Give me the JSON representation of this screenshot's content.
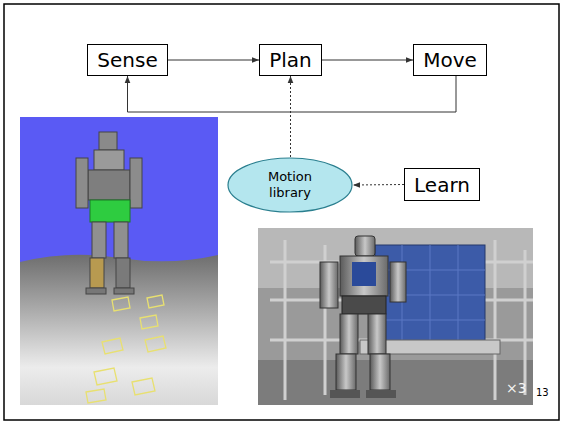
{
  "diagram": {
    "nodes": [
      {
        "text": [
          "Sense"
        ]
      },
      {
        "text": [
          "Plan"
        ]
      },
      {
        "text": [
          "Move"
        ]
      },
      {
        "text": [
          "Motion library"
        ]
      },
      {
        "text": [
          "Learn"
        ]
      }
    ],
    "edges": [
      {
        "from": 0,
        "to": 1,
        "arrow": "to"
      },
      {
        "from": 1,
        "to": 2,
        "arrow": "to"
      },
      {
        "from": 2,
        "to": 0,
        "arrow": "to"
      },
      {
        "from": 3,
        "to": 1,
        "arrow": "to"
      },
      {
        "from": 4,
        "to": 3,
        "arrow": "to"
      }
    ],
    "labels": [
      "13",
      "×3"
    ]
  }
}
